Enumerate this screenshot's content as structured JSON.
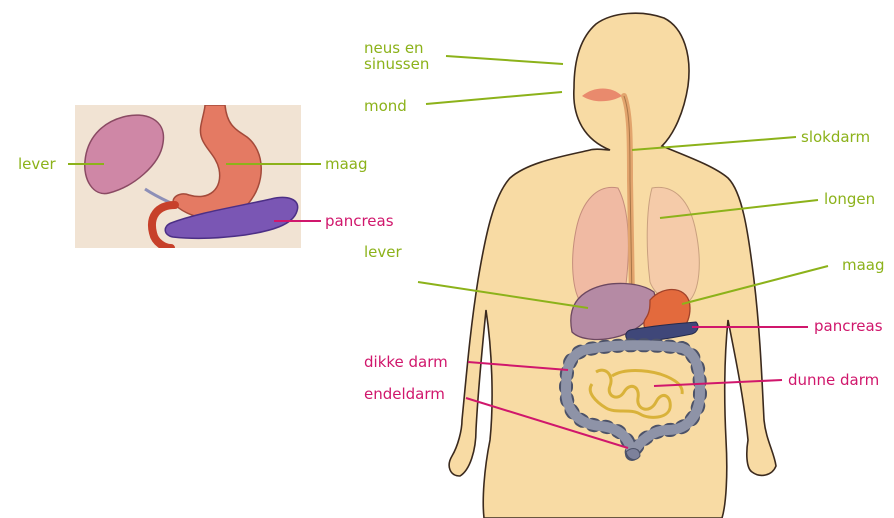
{
  "colors": {
    "green": "#8cb21a",
    "magenta": "#d0176c"
  },
  "inset": {
    "labels": {
      "lever": "lever",
      "maag": "maag",
      "pancreas": "pancreas"
    }
  },
  "body": {
    "labels": {
      "neus_en": "neus en",
      "sinussen": "sinussen",
      "mond": "mond",
      "slokdarm": "slokdarm",
      "longen": "longen",
      "maag": "maag",
      "pancreas": "pancreas",
      "lever": "lever",
      "dikke_darm": "dikke darm",
      "dunne_darm": "dunne darm",
      "endeldarm": "endeldarm"
    }
  }
}
